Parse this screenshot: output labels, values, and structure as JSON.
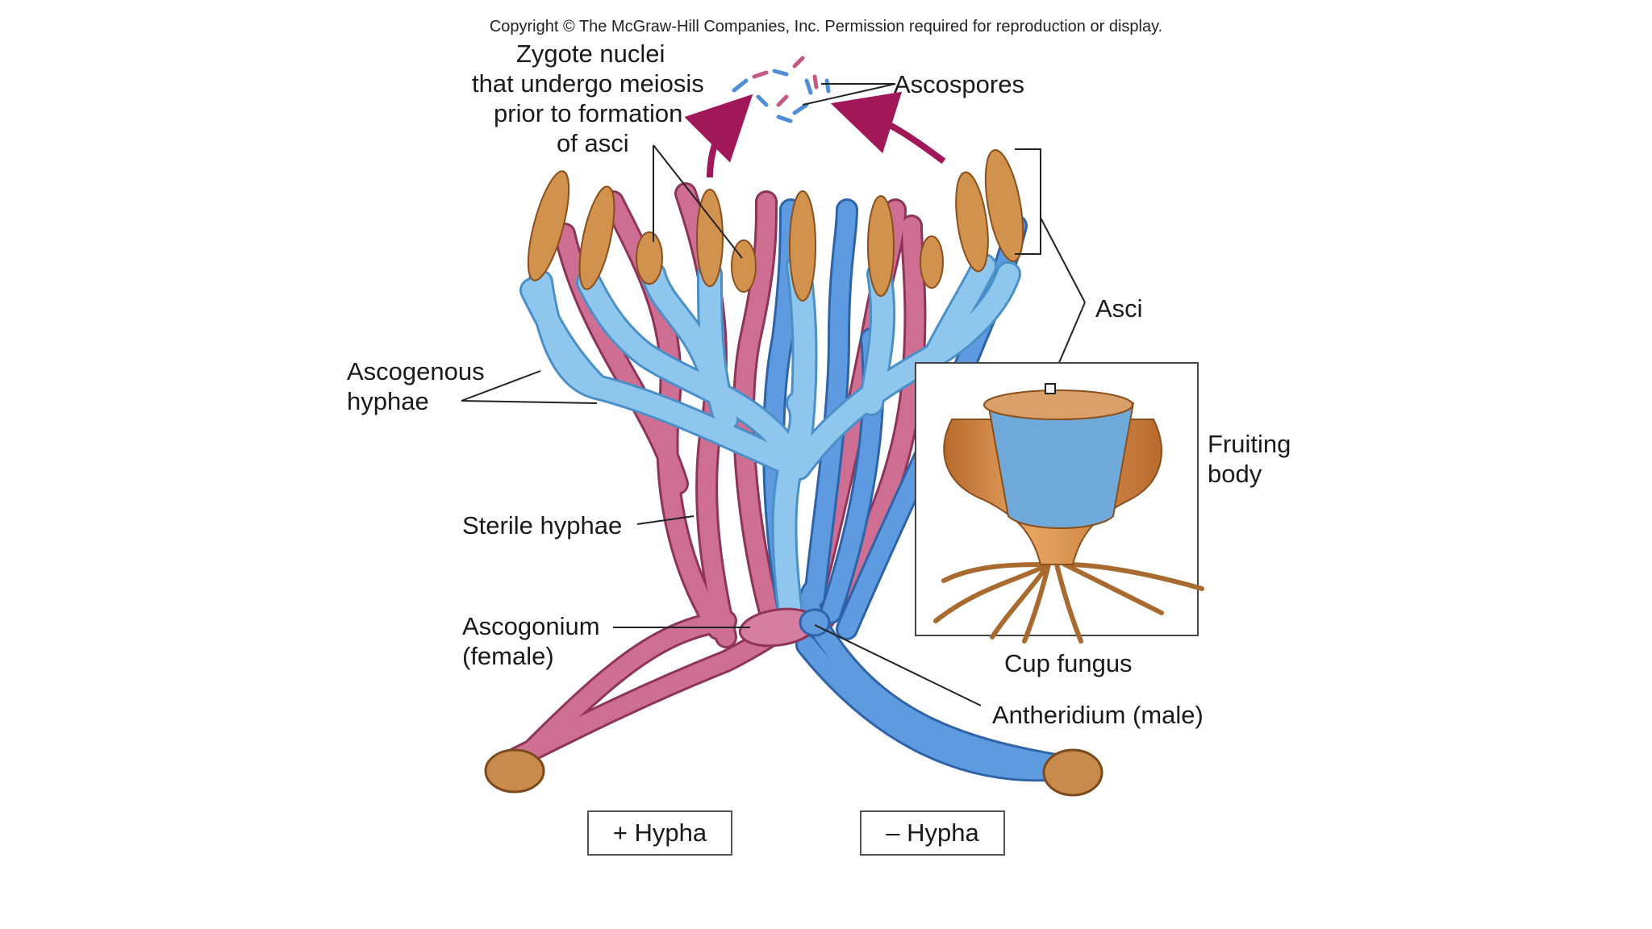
{
  "copyright": "Copyright © The McGraw-Hill Companies, Inc. Permission required for reproduction or display.",
  "labels": {
    "zygote_line1": "Zygote nuclei",
    "zygote_line2": "that undergo meiosis",
    "zygote_line3": "prior to formation",
    "zygote_line4": "of asci",
    "ascospores": "Ascospores",
    "asci": "Asci",
    "ascogenous_line1": "Ascogenous",
    "ascogenous_line2": "hyphae",
    "fruiting_line1": "Fruiting",
    "fruiting_line2": "body",
    "sterile": "Sterile hyphae",
    "ascogonium_line1": "Ascogonium",
    "ascogonium_line2": "(female)",
    "cup_fungus": "Cup fungus",
    "antheridium": "Antheridium (male)",
    "plus_hypha": "+ Hypha",
    "minus_hypha": "– Hypha"
  },
  "colors": {
    "plus_hypha": "#c45a82",
    "minus_hypha": "#4f8ed6",
    "ascogenous": "#7fbde6",
    "ascus": "#c9843f",
    "arrow": "#a0185a",
    "fruiting_body": "#d38a45"
  }
}
